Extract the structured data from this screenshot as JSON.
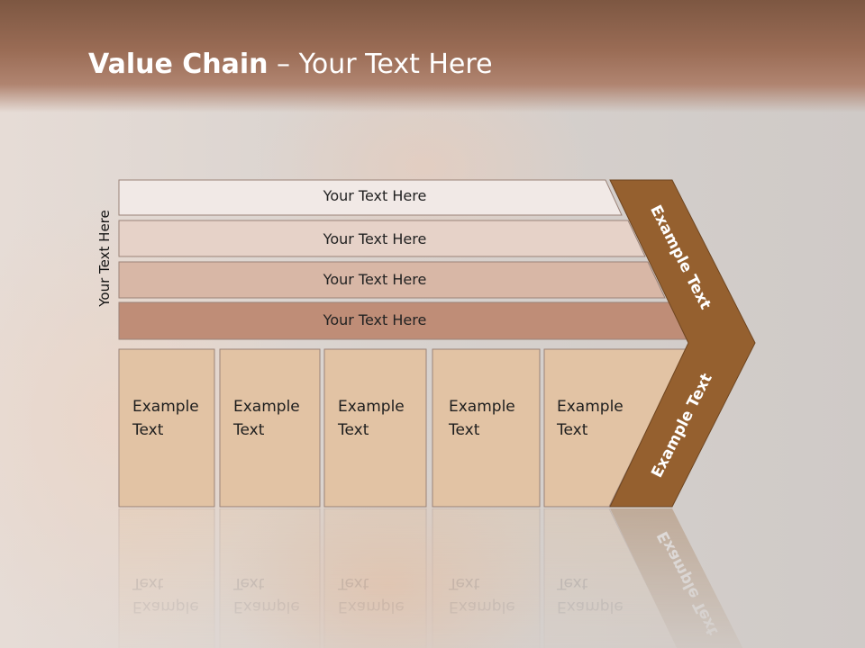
{
  "slide": {
    "title_bold": "Value Chain",
    "title_rest": " – Your Text Here",
    "side_label": "Your Text Here"
  },
  "bars": [
    {
      "label": "Your Text Here"
    },
    {
      "label": "Your Text Here"
    },
    {
      "label": "Your Text Here"
    },
    {
      "label": "Your Text Here"
    }
  ],
  "activities": [
    {
      "label": "Example\nText"
    },
    {
      "label": "Example\nText"
    },
    {
      "label": "Example\nText"
    },
    {
      "label": "Example\nText"
    },
    {
      "label": "Example\nText"
    }
  ],
  "margin_arrow": {
    "upper_label": "Example Text",
    "lower_label": "Example Text"
  },
  "colors": {
    "header": "#8a5f4a",
    "arrow": "#95602f",
    "bar1": "#f1e9e6",
    "bar2": "#e6d2c8",
    "bar3": "#d8b7a6",
    "bar4": "#bf8d77",
    "activity": "#e2c3a4"
  }
}
